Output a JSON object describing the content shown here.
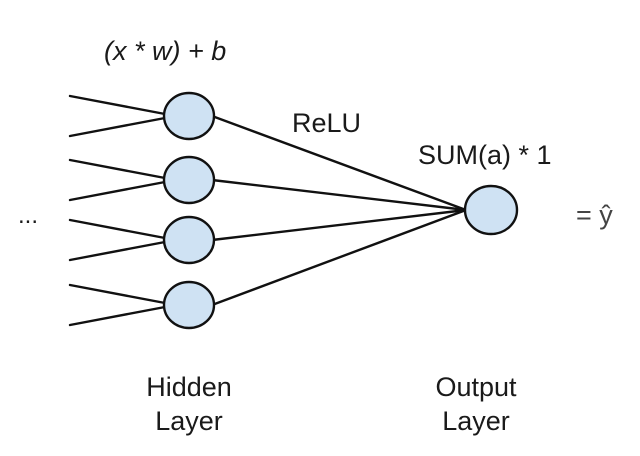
{
  "labels": {
    "hidden_formula": "(x * w) + b",
    "activation": "ReLU",
    "output_formula": "SUM(a) * 1",
    "prediction": "= ŷ",
    "input_ellipsis": "..."
  },
  "layers": {
    "hidden": {
      "caption_line1": "Hidden",
      "caption_line2": "Layer",
      "node_count": 4
    },
    "output": {
      "caption_line1": "Output",
      "caption_line2": "Layer",
      "node_count": 1
    }
  },
  "colors": {
    "node_fill": "#cfe2f3",
    "node_stroke": "#111111",
    "edge": "#111111"
  }
}
